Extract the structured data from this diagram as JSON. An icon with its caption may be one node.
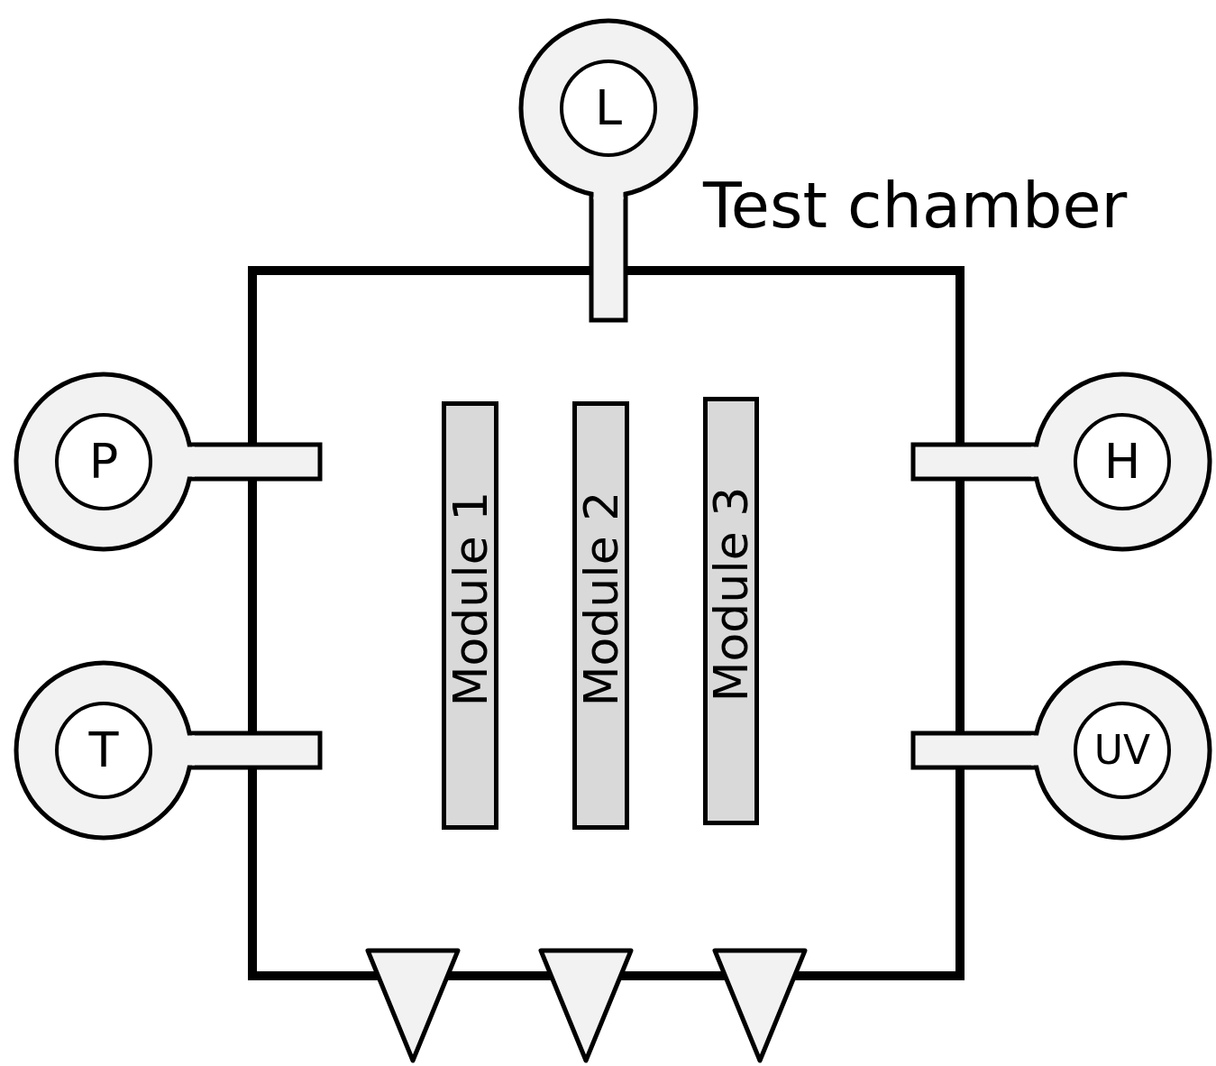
{
  "diagram": {
    "nodes": [
      {
        "text": [
          "Test chamber"
        ]
      },
      {
        "text": [
          "L"
        ]
      },
      {
        "text": [
          "P"
        ]
      },
      {
        "text": [
          "H"
        ]
      },
      {
        "text": [
          "Module 1"
        ],
        "in": 0
      },
      {
        "text": [
          "Module 2"
        ],
        "in": 0
      },
      {
        "text": [
          "Module 3"
        ],
        "in": 0
      },
      {
        "text": [
          "T"
        ]
      },
      {
        "text": [
          "UV"
        ]
      },
      {
        "text": [],
        "shape": "triangle"
      },
      {
        "text": [],
        "shape": "triangle"
      },
      {
        "text": [],
        "shape": "triangle"
      }
    ]
  }
}
